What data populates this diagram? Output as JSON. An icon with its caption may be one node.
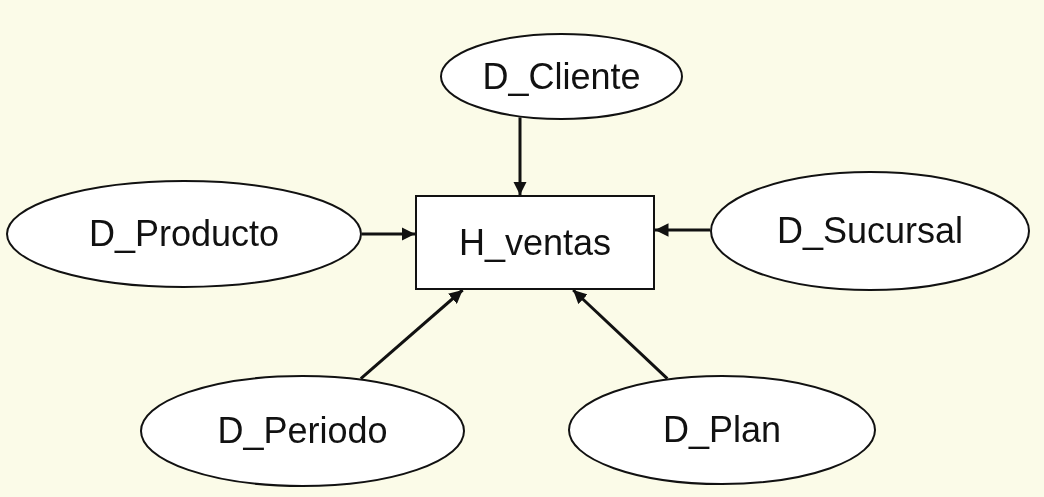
{
  "diagram": {
    "nodes": [
      {
        "text": [
          "D_Cliente"
        ]
      },
      {
        "text": [
          "D_Producto"
        ]
      },
      {
        "text": [
          "H_ventas"
        ]
      },
      {
        "text": [
          "D_Sucursal"
        ]
      },
      {
        "text": [
          "D_Periodo"
        ]
      },
      {
        "text": [
          "D_Plan"
        ]
      }
    ],
    "edges": [
      {
        "from": 0,
        "to": 2,
        "arrow": "to"
      },
      {
        "from": 1,
        "to": 2,
        "arrow": "to"
      },
      {
        "from": 3,
        "to": 2,
        "arrow": "to"
      },
      {
        "from": 4,
        "to": 2,
        "arrow": "to"
      },
      {
        "from": 5,
        "to": 2,
        "arrow": "to"
      }
    ]
  }
}
